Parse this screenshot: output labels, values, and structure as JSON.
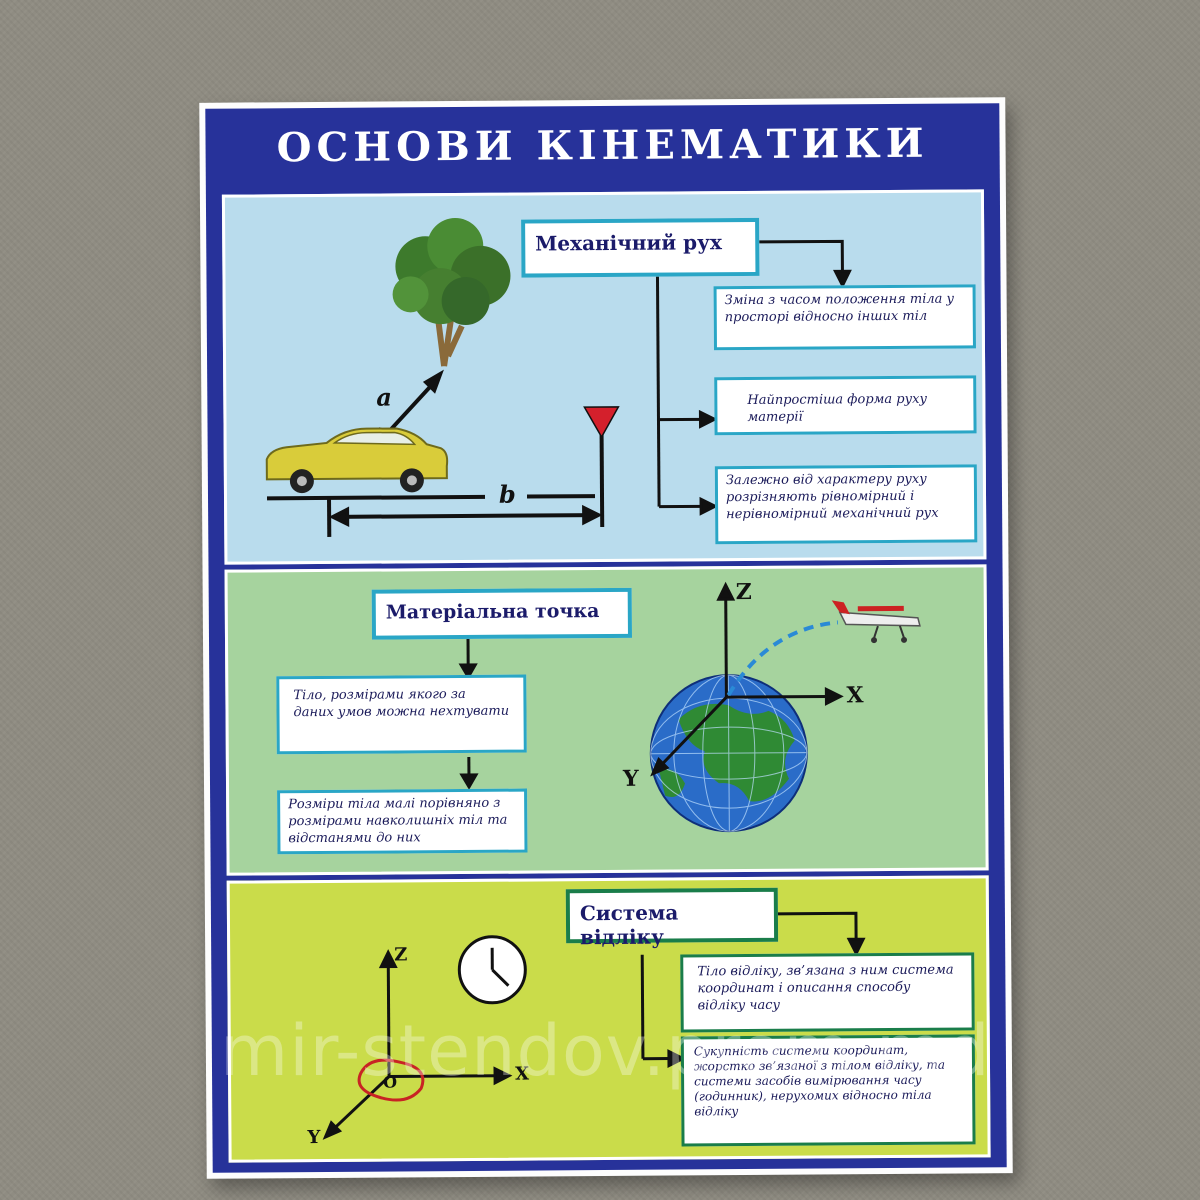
{
  "poster": {
    "title": "ОСНОВИ КІНЕМАТИКИ",
    "section1": {
      "heading": "Механічний рух",
      "def1": "Зміна з часом положення тіла у просторі відносно інших тіл",
      "def2": "Найпростіша форма руху матерії",
      "def3": "Залежно від характеру руху розрізняють рівномірний і нерівномірний механічний рух",
      "label_a": "a",
      "label_b": "b",
      "icons": [
        "tree-icon",
        "car-icon",
        "red-flag-icon"
      ]
    },
    "section2": {
      "heading": "Матеріальна точка",
      "def1": "Тіло, розмірами якого за даних умов можна нехтувати",
      "def2": "Розміри тіла малі порівняно з розмірами навколишніх тіл та відстанями до них",
      "axis_z": "Z",
      "axis_x": "X",
      "axis_y": "Y",
      "icons": [
        "globe-icon",
        "airplane-icon"
      ]
    },
    "section3": {
      "heading": "Система відліку",
      "def1": "Тіло відліку, зв’язана з ним система координат і описання способу відліку часу",
      "def2": "Сукупність системи координат, жорстко зв’язаної з тілом відліку, та системи засобів вимірювання часу (годинник), нерухомих відносно тіла відліку",
      "axis_z": "Z",
      "axis_x": "X",
      "axis_y": "Y",
      "origin": "O",
      "icons": [
        "clock-icon"
      ]
    },
    "colors": {
      "frame": "#27329a",
      "panel1": "#b9dced",
      "panel2": "#a6d39e",
      "panel3": "#cadc4a",
      "box_border": "#2aa6c6"
    }
  },
  "watermark": "mir-stendov.prom.md"
}
